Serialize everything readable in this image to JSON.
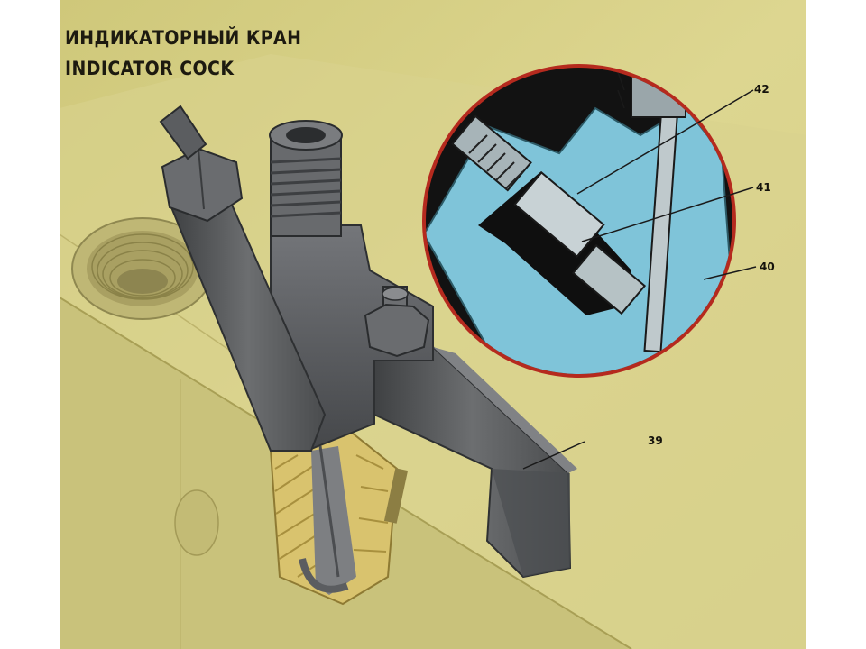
{
  "title": {
    "russian": "ИНДИКАТОРНЫЙ КРАН",
    "english": "INDICATOR COCK"
  },
  "callouts": [
    {
      "id": "42",
      "label": "42"
    },
    {
      "id": "41",
      "label": "41"
    },
    {
      "id": "40",
      "label": "40"
    },
    {
      "id": "39",
      "label": "39"
    }
  ],
  "colors": {
    "background": "#d9d38a",
    "metal": "#5f6163",
    "inset_blue": "#7fc4d9",
    "inset_border": "#b52a1e"
  }
}
